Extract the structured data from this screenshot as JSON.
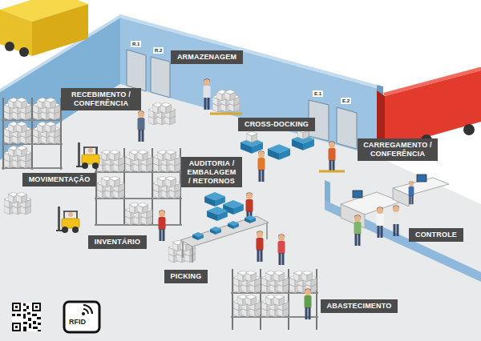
{
  "diagram": {
    "nodes": [
      {
        "text": [
          "ARMAZENAGEM"
        ]
      },
      {
        "text": [
          "RECEBIMENTO / CONFERÊNCIA"
        ]
      },
      {
        "text": [
          "CROSS-DOCKING"
        ]
      },
      {
        "text": [
          "CARREGAMENTO / CONFERÊNCIA"
        ]
      },
      {
        "text": [
          "AUDITORIA / EMBALAGEM / RETORNOS"
        ]
      },
      {
        "text": [
          "MOVIMENTAÇÃO"
        ]
      },
      {
        "text": [
          "CONTROLE"
        ]
      },
      {
        "text": [
          "INVENTÁRIO"
        ]
      },
      {
        "text": [
          "PICKING"
        ]
      },
      {
        "text": [
          "ABASTECIMENTO"
        ]
      }
    ],
    "labels": [
      "R.1",
      "R.2",
      "E.1",
      "E.2",
      "RFID"
    ]
  }
}
